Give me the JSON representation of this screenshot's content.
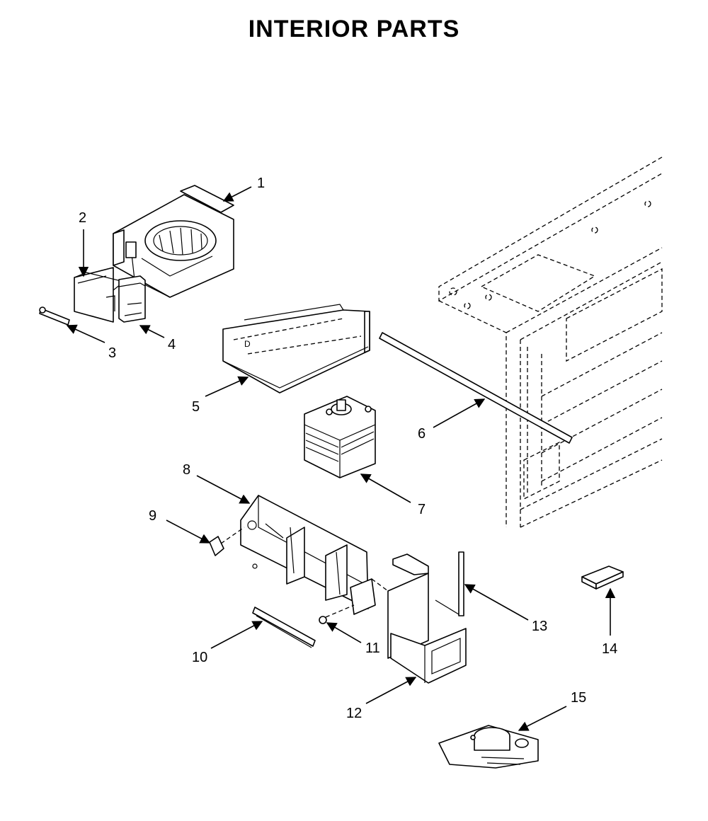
{
  "title": "INTERIOR PARTS",
  "callouts": [
    "1",
    "2",
    "3",
    "4",
    "5",
    "6",
    "7",
    "8",
    "9",
    "10",
    "11",
    "12",
    "13",
    "14",
    "15"
  ]
}
